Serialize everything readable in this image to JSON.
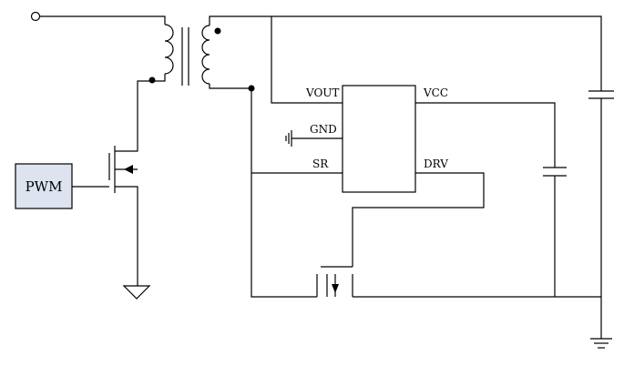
{
  "labels": {
    "pwm": "PWM",
    "ic": {
      "vout": "VOUT",
      "gnd": "GND",
      "sr": "SR",
      "vcc": "VCC",
      "drv": "DRV"
    }
  },
  "colors": {
    "pwm_box_fill": "#dde3ef",
    "wire": "#000000"
  }
}
